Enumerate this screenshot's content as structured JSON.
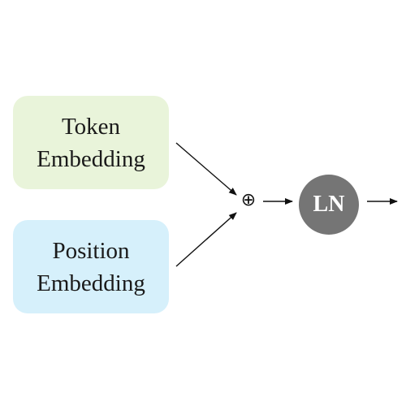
{
  "nodes": {
    "token_embedding": {
      "line1": "Token",
      "line2": "Embedding",
      "fill": "#e9f4da"
    },
    "position_embedding": {
      "line1": "Position",
      "line2": "Embedding",
      "fill": "#d6f0fb"
    },
    "sum": {
      "symbol": "⊕"
    },
    "layer_norm": {
      "label": "LN",
      "fill": "#757575"
    }
  },
  "edges": [
    {
      "from": "token_embedding",
      "to": "sum"
    },
    {
      "from": "position_embedding",
      "to": "sum"
    },
    {
      "from": "sum",
      "to": "layer_norm"
    },
    {
      "from": "layer_norm",
      "to": "output"
    }
  ]
}
